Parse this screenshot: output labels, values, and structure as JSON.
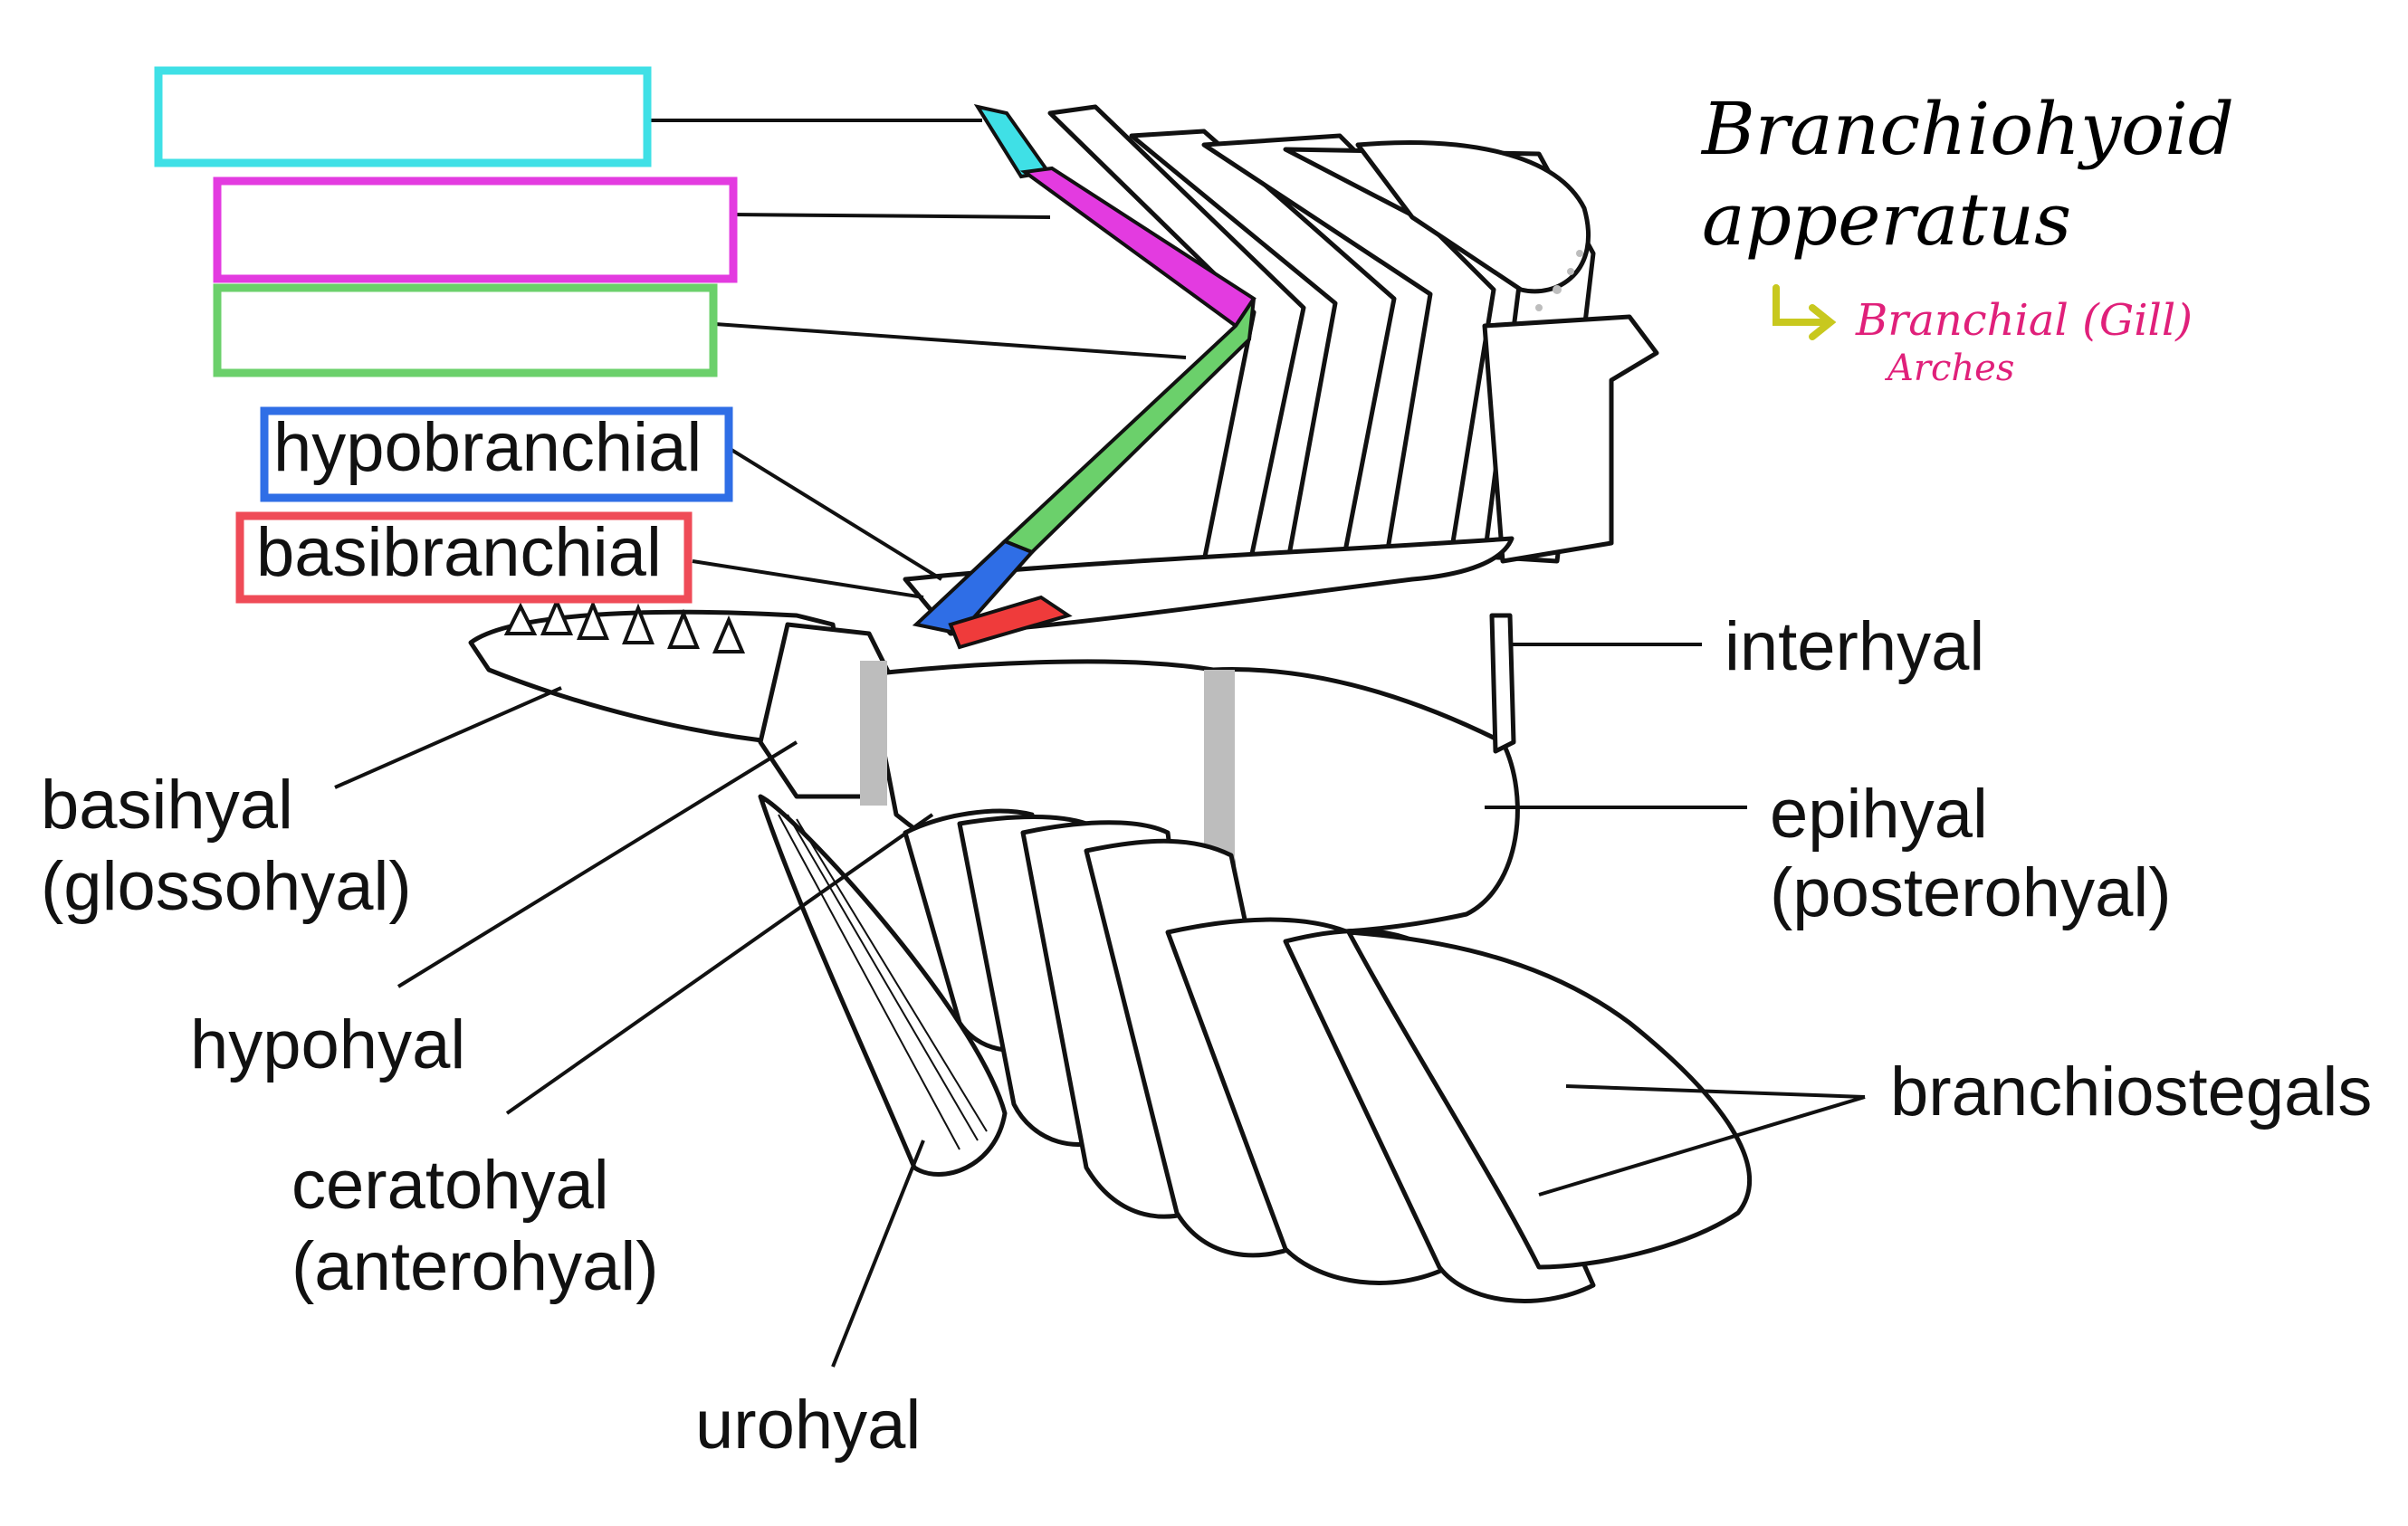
{
  "title": {
    "line1": "Branchiohyoid",
    "line2": "apperatus",
    "arrow_note_line1": "Branchial (Gill)",
    "arrow_note_line2": "Arches"
  },
  "boxed_labels": [
    {
      "name": "pharyngobranchial-box",
      "text": "",
      "color": "#3fe0e6"
    },
    {
      "name": "epibranchial-box",
      "text": "",
      "color": "#e33be0"
    },
    {
      "name": "ceratobranchial-box",
      "text": "",
      "color": "#6bd06b"
    },
    {
      "name": "hypobranchial-box",
      "text": "hypobranchial",
      "color": "#2f6ee6"
    },
    {
      "name": "basibranchial-box",
      "text": "basibranchial",
      "color": "#ef4b57"
    }
  ],
  "labels": {
    "interhyal": "interhyal",
    "epihyal_1": "epihyal",
    "epihyal_2": "(posterohyal)",
    "branchiostegals": "branchiostegals",
    "basihyal_1": "basihyal",
    "basihyal_2": "(glossohyal)",
    "hypohyal": "hypohyal",
    "ceratohyal_1": "ceratohyal",
    "ceratohyal_2": "(anterohyal)",
    "urohyal": "urohyal"
  },
  "highlight_colors": {
    "pharyngobranchial": "#3fe0e6",
    "epibranchial": "#e33be0",
    "ceratobranchial": "#6bd06b",
    "hypobranchial": "#2f6ee6",
    "basibranchial": "#ef3b3b",
    "handwriting_accent": "#c8c81e",
    "handwriting_pink": "#e0207a"
  }
}
